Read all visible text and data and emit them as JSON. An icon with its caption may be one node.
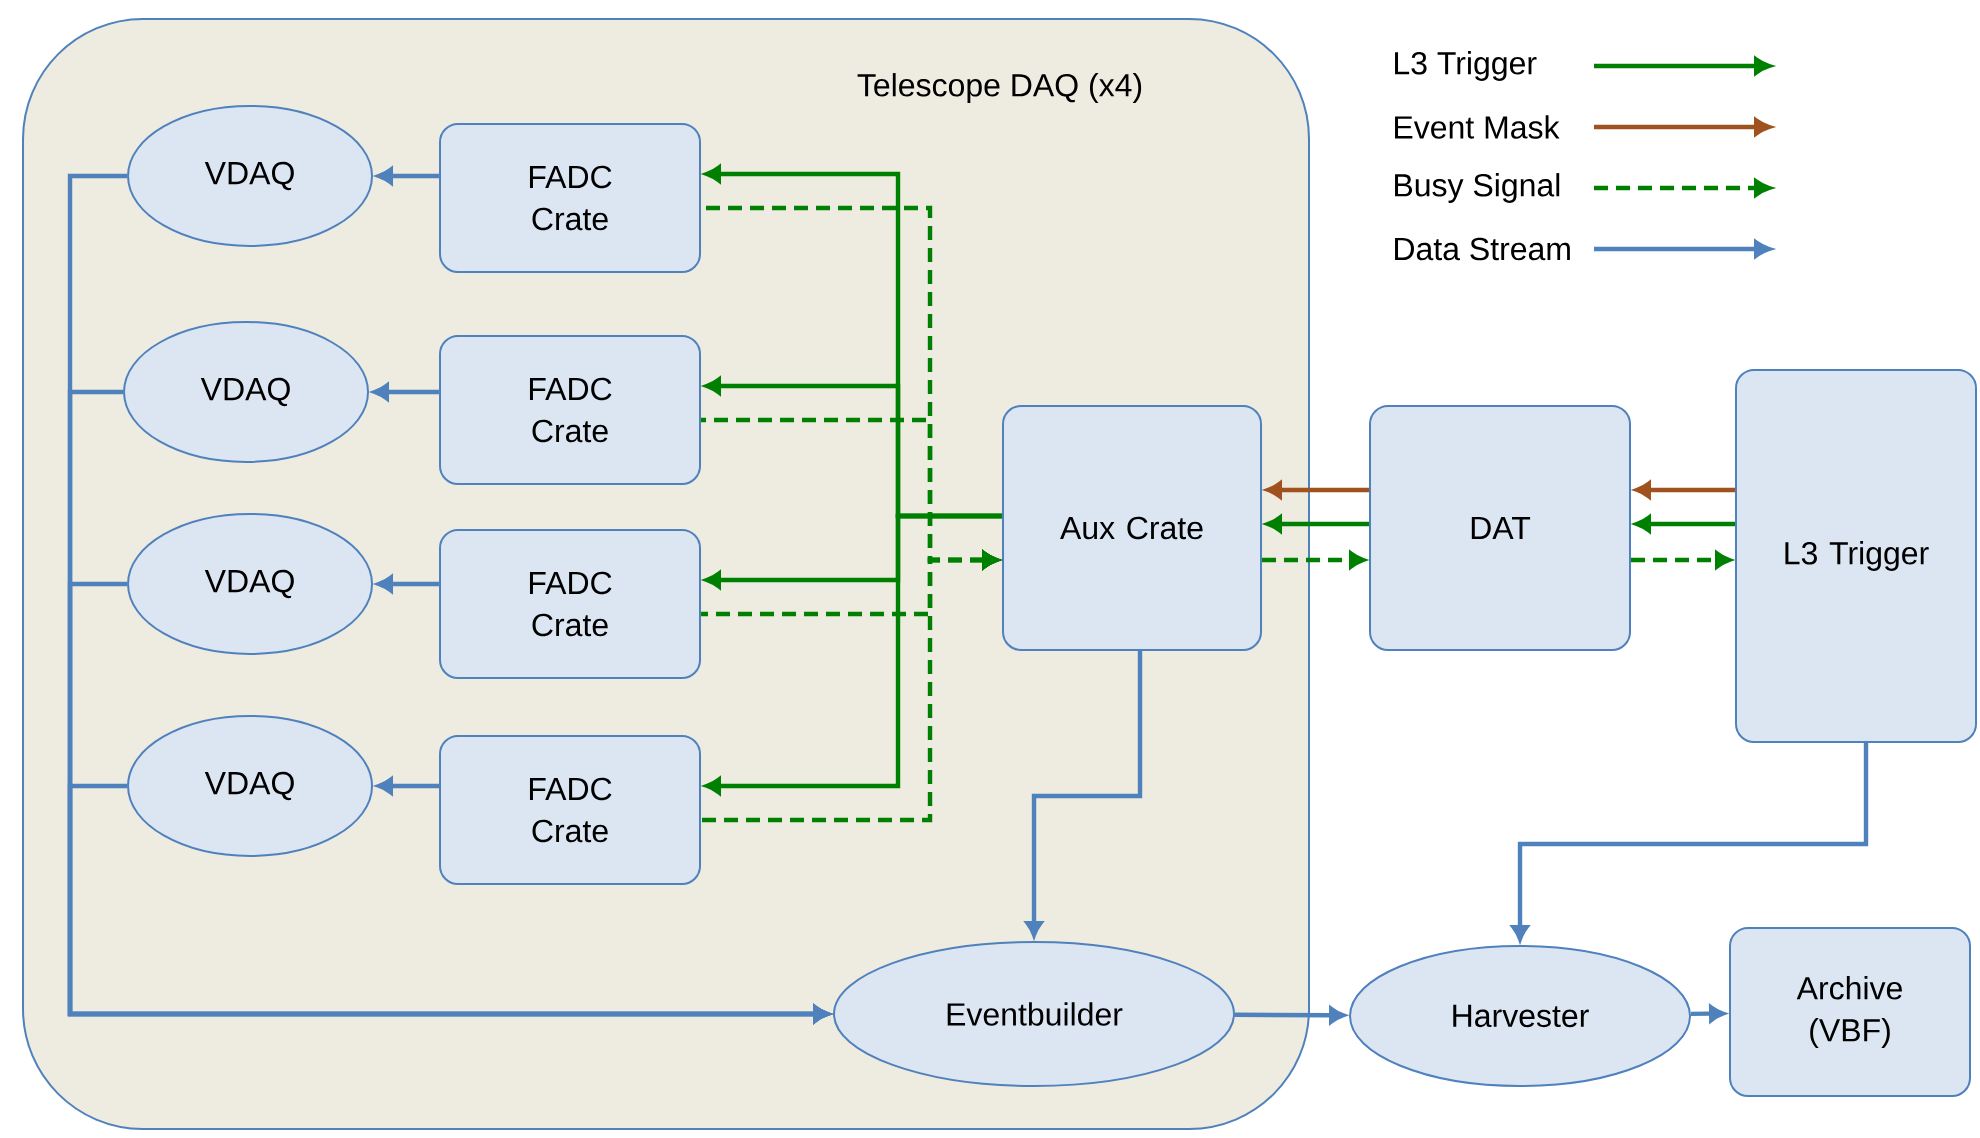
{
  "diagram": {
    "nodes": [
      {
        "text": [
          "Telescope DAQ (x4)"
        ]
      },
      {
        "text": [
          "VDAQ"
        ],
        "in": 0
      },
      {
        "text": [
          "VDAQ"
        ],
        "in": 0
      },
      {
        "text": [
          "VDAQ"
        ],
        "in": 0
      },
      {
        "text": [
          "VDAQ"
        ],
        "in": 0
      },
      {
        "text": [
          "FADC Crate"
        ],
        "in": 0
      },
      {
        "text": [
          "FADC Crate"
        ],
        "in": 0
      },
      {
        "text": [
          "FADC Crate"
        ],
        "in": 0
      },
      {
        "text": [
          "FADC Crate"
        ],
        "in": 0
      },
      {
        "text": [
          "Aux Crate"
        ],
        "in": 0
      },
      {
        "text": [
          "Eventbuilder"
        ],
        "in": 0
      },
      {
        "text": [
          "DAT"
        ]
      },
      {
        "text": [
          "L3 Trigger"
        ]
      },
      {
        "text": [
          "Harvester"
        ]
      },
      {
        "text": [
          "Archive (VBF)"
        ]
      }
    ],
    "edges": [
      {
        "from": 5,
        "to": 1,
        "arrow": "to"
      },
      {
        "from": 6,
        "to": 2,
        "arrow": "to"
      },
      {
        "from": 7,
        "to": 3,
        "arrow": "to"
      },
      {
        "from": 8,
        "to": 4,
        "arrow": "to"
      },
      {
        "from": 1,
        "to": 10,
        "arrow": "to"
      },
      {
        "from": 2,
        "to": 10,
        "arrow": "to"
      },
      {
        "from": 3,
        "to": 10,
        "arrow": "to"
      },
      {
        "from": 4,
        "to": 10,
        "arrow": "to"
      },
      {
        "from": 9,
        "to": 5,
        "arrow": "to",
        "color": "#008000"
      },
      {
        "from": 9,
        "to": 6,
        "arrow": "to",
        "color": "#008000"
      },
      {
        "from": 9,
        "to": 7,
        "arrow": "to",
        "color": "#008000"
      },
      {
        "from": 9,
        "to": 8,
        "arrow": "to",
        "color": "#008000"
      },
      {
        "from": 5,
        "to": 9,
        "arrow": "to",
        "style": "dashed",
        "color": "#008000"
      },
      {
        "from": 6,
        "to": 9,
        "arrow": "to",
        "style": "dashed",
        "color": "#008000"
      },
      {
        "from": 7,
        "to": 9,
        "arrow": "to",
        "style": "dashed",
        "color": "#008000"
      },
      {
        "from": 8,
        "to": 9,
        "arrow": "to",
        "style": "dashed",
        "color": "#008000"
      },
      {
        "from": 11,
        "to": 9,
        "arrow": "to",
        "color": "#a0521e"
      },
      {
        "from": 11,
        "to": 9,
        "arrow": "to",
        "color": "#008000"
      },
      {
        "from": 9,
        "to": 11,
        "arrow": "to",
        "style": "dashed",
        "color": "#008000"
      },
      {
        "from": 12,
        "to": 11,
        "arrow": "to",
        "color": "#a0521e"
      },
      {
        "from": 12,
        "to": 11,
        "arrow": "to",
        "color": "#008000"
      },
      {
        "from": 11,
        "to": 12,
        "arrow": "to",
        "style": "dashed",
        "color": "#008000"
      },
      {
        "from": 9,
        "to": 10,
        "arrow": "to"
      },
      {
        "from": 10,
        "to": 13,
        "arrow": "to"
      },
      {
        "from": 12,
        "to": 13,
        "arrow": "to"
      },
      {
        "from": 13,
        "to": 14,
        "arrow": "to"
      }
    ],
    "legend": [
      {
        "text": "L3 Trigger"
      },
      {
        "text": "Event Mask"
      },
      {
        "text": "Busy Signal"
      },
      {
        "text": "Data Stream"
      }
    ]
  }
}
